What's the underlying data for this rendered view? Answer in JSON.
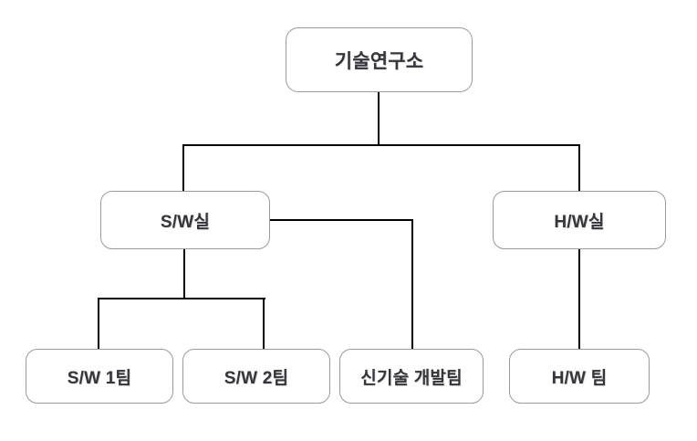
{
  "chart_data": {
    "type": "diagram",
    "subtype": "organization-chart",
    "title": "",
    "orientation": "top-down",
    "nodes": [
      {
        "id": "root",
        "label": "기술연구소",
        "level": 0,
        "parent": null
      },
      {
        "id": "sw-division",
        "label": "S/W실",
        "level": 1,
        "parent": "root"
      },
      {
        "id": "hw-division",
        "label": "H/W실",
        "level": 1,
        "parent": "root"
      },
      {
        "id": "sw-team-1",
        "label": "S/W 1팀",
        "level": 2,
        "parent": "sw-division"
      },
      {
        "id": "sw-team-2",
        "label": "S/W 2팀",
        "level": 2,
        "parent": "sw-division"
      },
      {
        "id": "new-tech-team",
        "label": "신기술 개발팀",
        "level": 2,
        "parent": "sw-division"
      },
      {
        "id": "hw-team",
        "label": "H/W 팀",
        "level": 2,
        "parent": "hw-division"
      }
    ],
    "edges": [
      {
        "from": "root",
        "to": "sw-division"
      },
      {
        "from": "root",
        "to": "hw-division"
      },
      {
        "from": "sw-division",
        "to": "sw-team-1"
      },
      {
        "from": "sw-division",
        "to": "sw-team-2"
      },
      {
        "from": "sw-division",
        "to": "new-tech-team"
      },
      {
        "from": "hw-division",
        "to": "hw-team"
      }
    ],
    "colors": {
      "background": "#ffffff",
      "node_fill": "#ffffff",
      "node_border": "#9b9b9b",
      "connector": "#000000",
      "label_text": "#35353b"
    }
  },
  "chart": {
    "root": {
      "label": "기술연구소"
    },
    "divisions": [
      {
        "label": "S/W실"
      },
      {
        "label": "H/W실"
      }
    ],
    "teams": [
      {
        "label": "S/W 1팀"
      },
      {
        "label": "S/W 2팀"
      },
      {
        "label": "신기술 개발팀"
      },
      {
        "label": "H/W 팀"
      }
    ]
  }
}
